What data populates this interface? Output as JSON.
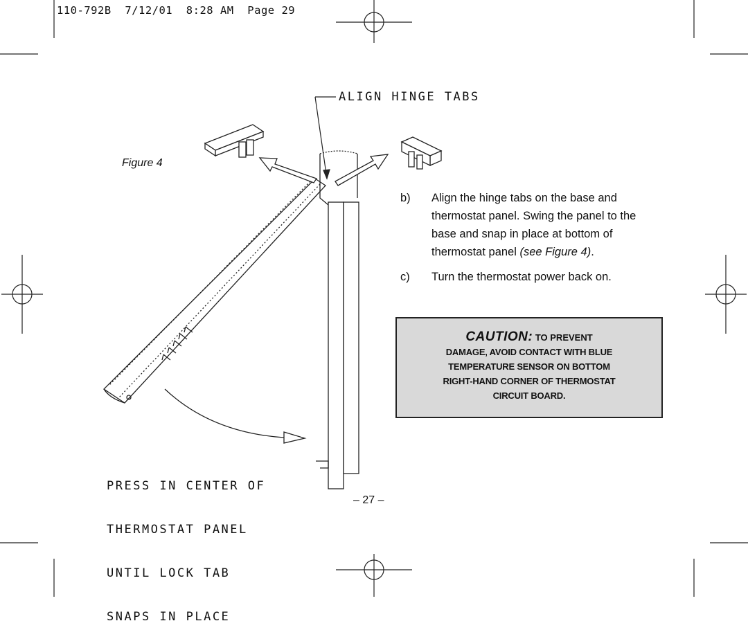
{
  "print_header": "110-792B  7/12/01  8:28 AM  Page 29",
  "figure_label": "Figure 4",
  "callouts": {
    "align_hinge_tabs": "ALIGN HINGE TABS",
    "press_line1": "PRESS IN CENTER OF",
    "press_line2": "THERMOSTAT PANEL",
    "press_line3": "UNTIL LOCK TAB",
    "press_line4": "SNAPS IN PLACE"
  },
  "steps": [
    {
      "letter": "b)",
      "text": "Align the hinge tabs on the base and thermostat panel. Swing the panel to the base and snap in place at bottom of thermostat panel ",
      "ref": "(see Figure 4)",
      "end": "."
    },
    {
      "letter": "c)",
      "text": "Turn the thermostat power back on."
    }
  ],
  "caution": {
    "word": "CAUTION:",
    "line1_rest": "TO PREVENT",
    "line2": "DAMAGE, AVOID CONTACT WITH BLUE",
    "line3": "TEMPERATURE SENSOR ON BOTTOM",
    "line4": "RIGHT-HAND CORNER OF THERMOSTAT",
    "line5": "CIRCUIT BOARD."
  },
  "page_number": "– 27 –"
}
